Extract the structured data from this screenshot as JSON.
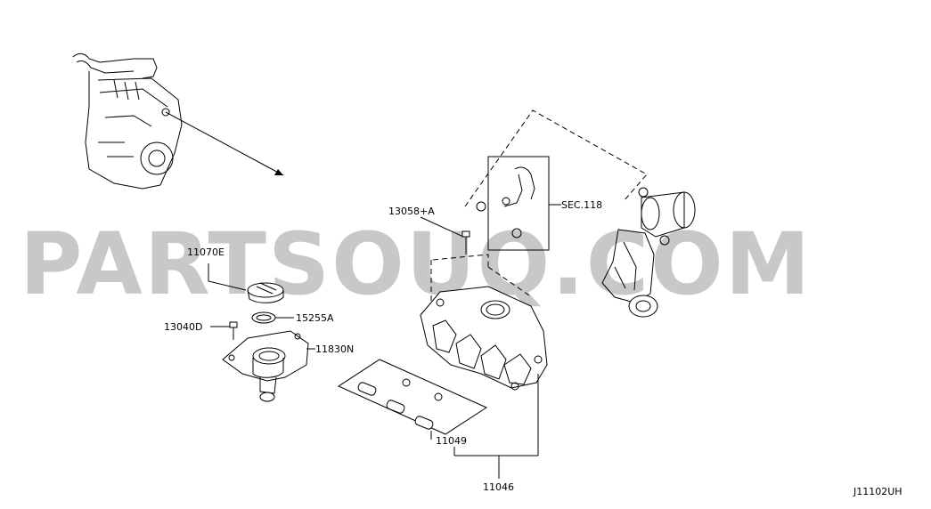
{
  "watermark": "PARTSOUQ.COM",
  "diagram_code": "J11102UH",
  "labels": {
    "p13058A": "13058+A",
    "sec118": "SEC.118",
    "p11070E": "11070E",
    "p13040D": "13040D",
    "p15255A": "15255A",
    "p11830N": "11830N",
    "p11049": "11049",
    "p11046": "11046"
  },
  "colors": {
    "line": "#000000",
    "watermark": "#c8c8c8",
    "background": "#ffffff"
  }
}
